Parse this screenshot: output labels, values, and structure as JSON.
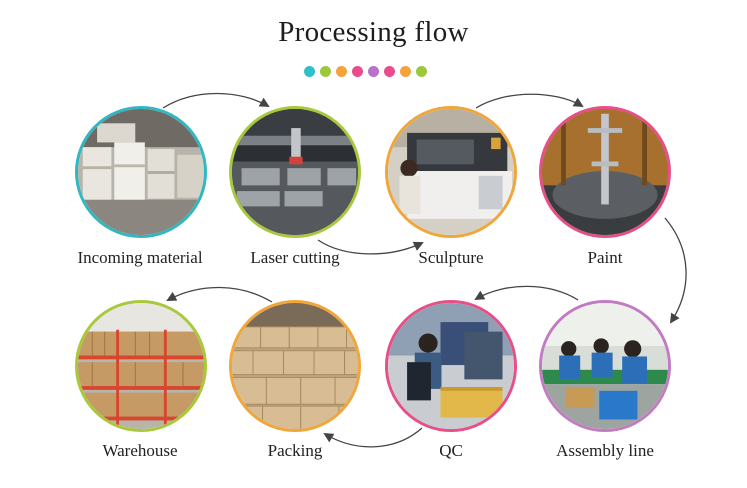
{
  "title": "Processing flow",
  "dot_colors": [
    "#2fc1c8",
    "#9bc93a",
    "#f4a33a",
    "#ea4b8b",
    "#b873c8",
    "#ea4b8b",
    "#f4a33a",
    "#9bc93a"
  ],
  "steps": [
    {
      "label": "Incoming material",
      "ring_color": "#2fb7c2",
      "image": "warehouse-stacked-boxes-photo"
    },
    {
      "label": "Laser cutting",
      "ring_color": "#a9c93c",
      "image": "laser-cutting-machine-photo"
    },
    {
      "label": "Sculpture",
      "ring_color": "#f0a63a",
      "image": "engraving-machine-operator-photo"
    },
    {
      "label": "Paint",
      "ring_color": "#e64f87",
      "image": "paint-chamber-photo"
    },
    {
      "label": "Assembly line",
      "ring_color": "#c27bc2",
      "image": "assembly-line-workers-photo"
    },
    {
      "label": "QC",
      "ring_color": "#e64f87",
      "image": "quality-check-station-photo"
    },
    {
      "label": "Packing",
      "ring_color": "#f0a63a",
      "image": "cardboard-boxes-photo"
    },
    {
      "label": "Warehouse",
      "ring_color": "#a9c93c",
      "image": "warehouse-shelving-photo"
    }
  ],
  "arrow_color": "#444444"
}
